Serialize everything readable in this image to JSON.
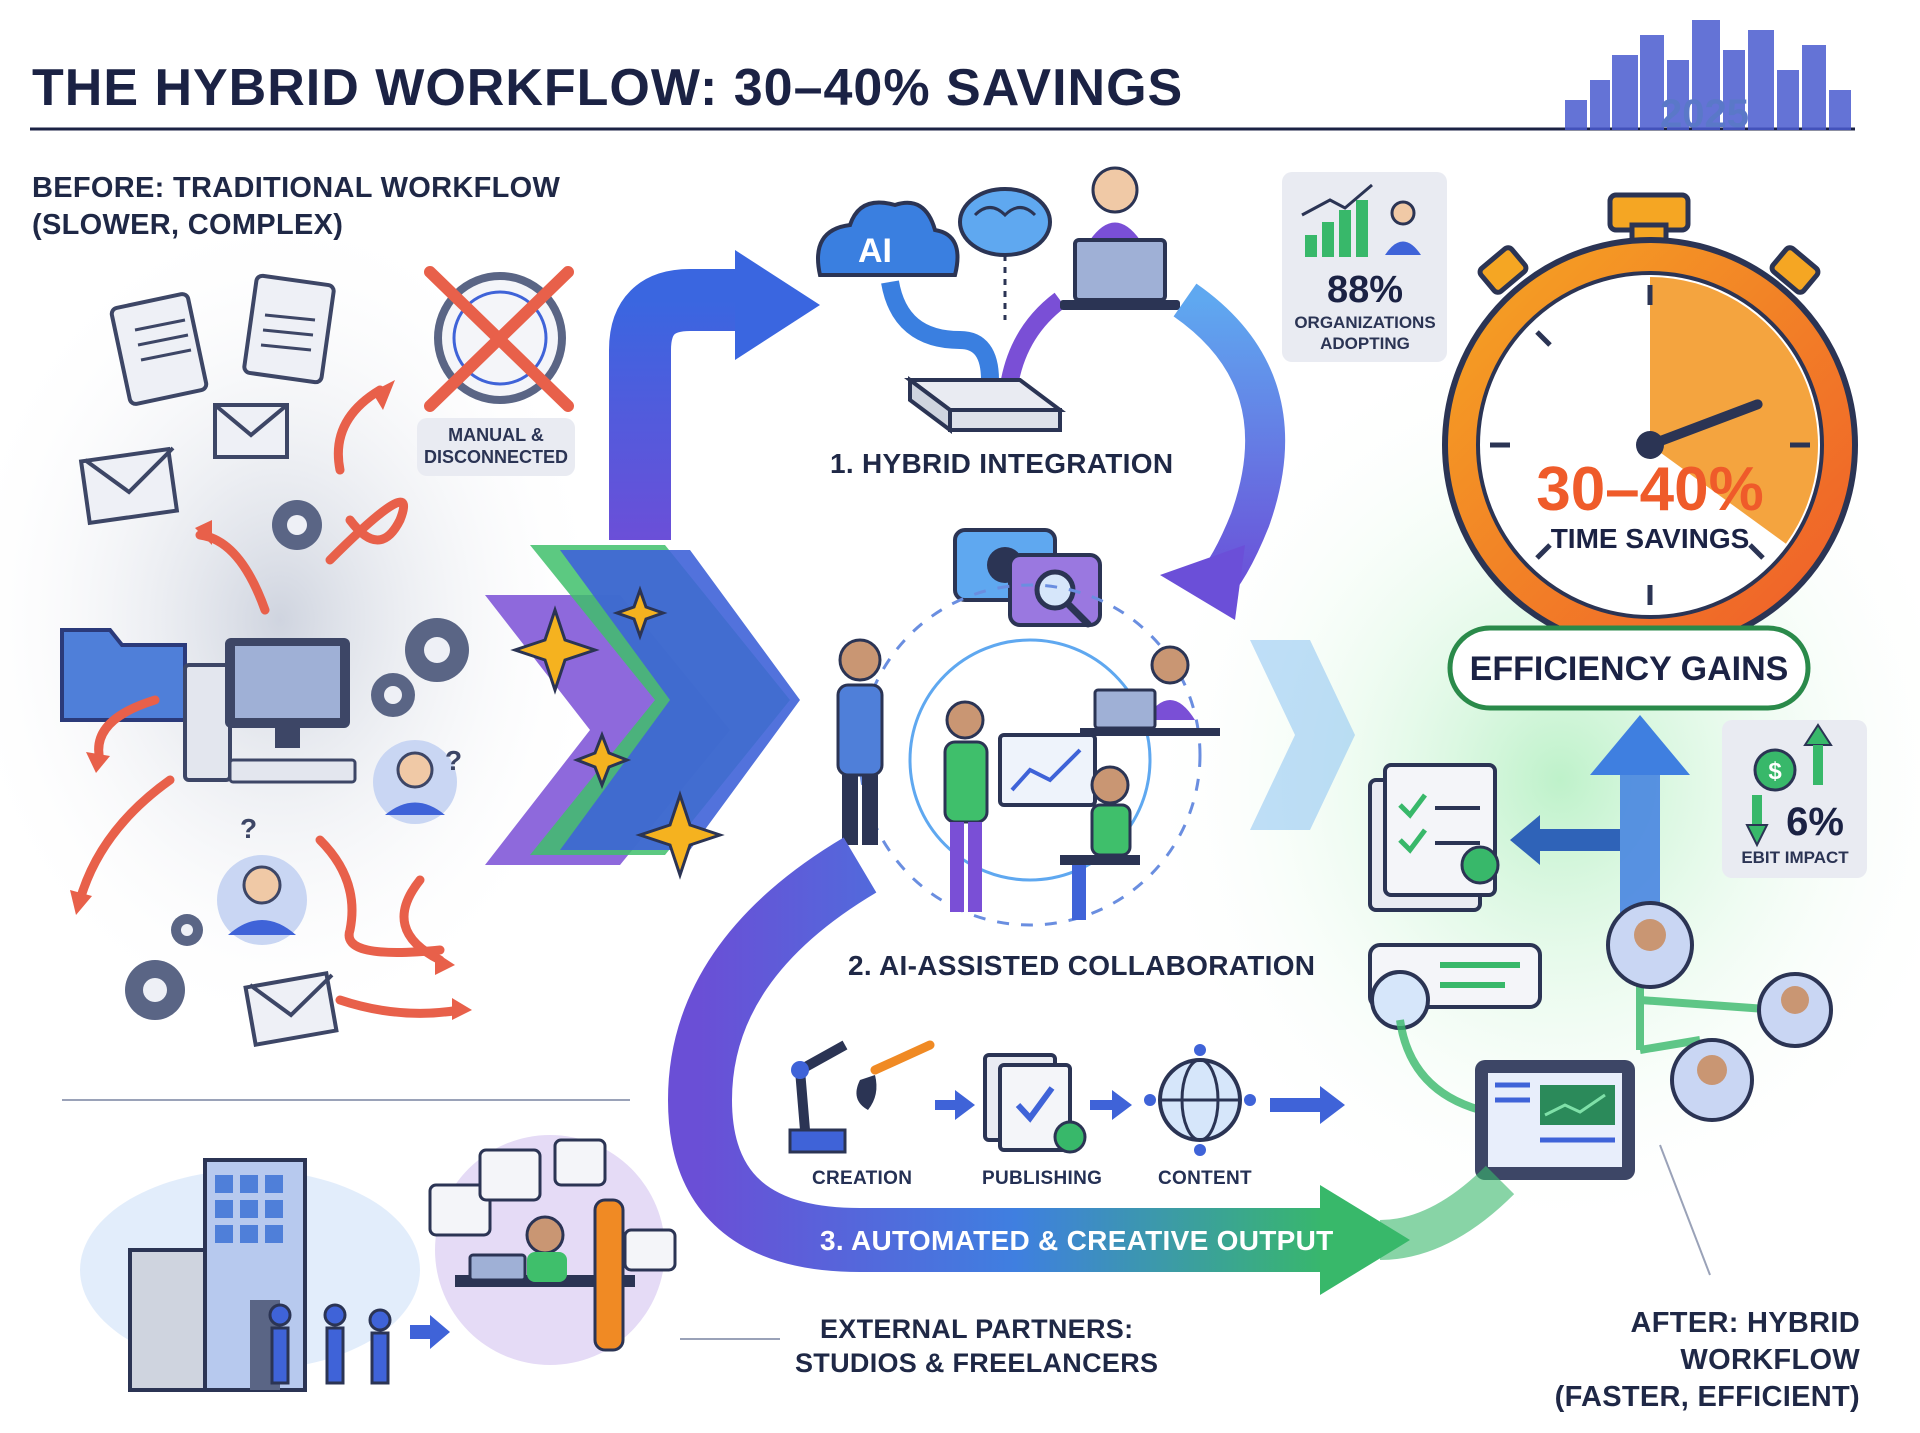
{
  "title": "THE HYBRID WORKFLOW: 30–40% SAVINGS",
  "year": "2025",
  "before": {
    "line1": "BEFORE: TRADITIONAL WORKFLOW",
    "line2": "(SLOWER, COMPLEX)"
  },
  "manual_chip": {
    "line1": "MANUAL &",
    "line2": "DISCONNECTED"
  },
  "steps": {
    "step1": "1. HYBRID INTEGRATION",
    "step2": "2. AI-ASSISTED COLLABORATION",
    "step3": "3. AUTOMATED & CREATIVE OUTPUT"
  },
  "ai_badge": "AI",
  "adoption": {
    "value": "88%",
    "line1": "ORGANIZATIONS",
    "line2": "ADOPTING"
  },
  "stopwatch": {
    "value": "30–40%",
    "caption": "TIME SAVINGS",
    "level": 0.35
  },
  "efficiency_banner": "EFFICIENCY GAINS",
  "ebit": {
    "value": "6%",
    "caption": "EBIT IMPACT",
    "currency_symbol": "$"
  },
  "pipeline": {
    "creation": "CREATION",
    "publishing": "PUBLISHING",
    "content": "CONTENT"
  },
  "partners": {
    "line1": "EXTERNAL PARTNERS:",
    "line2": "STUDIOS & FREELANCERS"
  },
  "after": {
    "line1": "AFTER: HYBRID WORKFLOW",
    "line2": "(FASTER, EFFICIENT)"
  },
  "colors": {
    "navy": "#1b2244",
    "blue": "#3f63d8",
    "purple": "#7a4fd6",
    "green": "#3fbf6b",
    "orange": "#f08a24",
    "red_arrow": "#e8604a",
    "gray_bg": "#dde1ea"
  },
  "icons": [
    "stopwatch-crossed-icon",
    "document-icon",
    "envelope-icon",
    "gear-icon",
    "folder-icon",
    "computer-icon",
    "confused-person-icon",
    "cloud-ai-icon",
    "brain-icon",
    "laptop-person-icon",
    "chat-gear-icon",
    "magnifier-icon",
    "robot-arm-icon",
    "paintbrush-icon",
    "checklist-icon",
    "globe-network-icon",
    "office-building-icon",
    "freelancer-desk-icon",
    "bar-chart-icon",
    "dollar-icon",
    "tablet-dashboard-icon",
    "city-skyline-icon"
  ]
}
